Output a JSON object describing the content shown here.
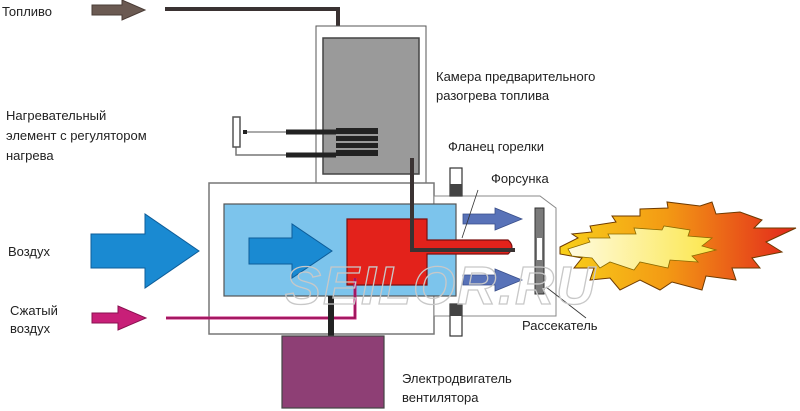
{
  "diagram": {
    "title": "Схема горелки с предварительным разогревом топлива",
    "watermark": "SEILOR.RU",
    "labels": {
      "fuel": "Топливо",
      "preheat_chamber_line1": "Камера предварительного",
      "preheat_chamber_line2": "разогрева топлива",
      "heater_line1": "Нагревательный",
      "heater_line2": "элемент с регулятором",
      "heater_line3": "нагрева",
      "flange": "Фланец горелки",
      "nozzle": "Форсунка",
      "air": "Воздух",
      "compressed_air_line1": "Сжатый",
      "compressed_air_line2": "воздух",
      "diffuser": "Рассекатель",
      "motor_line1": "Электродвигатель",
      "motor_line2": "вентилятора"
    },
    "colors": {
      "fuel_arrow": "#6b5a52",
      "air_arrow": "#1e8fd6",
      "air_chamber": "#7cc4ec",
      "nozzle_body": "#e3221b",
      "compressed_air": "#c81f78",
      "motor": "#8e3f75",
      "preheat_chamber": "#9a9a9a",
      "secondary_air_arrow": "#5872b8",
      "flame_inner": "#fff6a0",
      "flame_mid": "#f5a21a",
      "flame_outer": "#e4331e"
    }
  }
}
